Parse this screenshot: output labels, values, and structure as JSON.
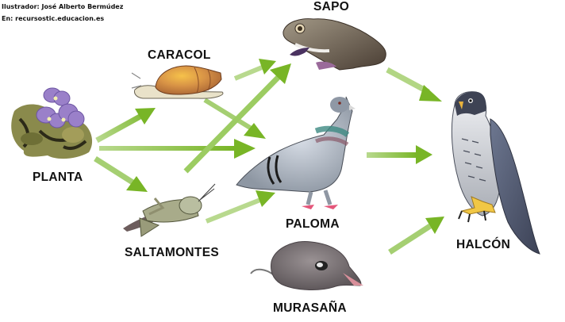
{
  "credits": {
    "illustrator": "Ilustrador: José Alberto Bermúdez",
    "source": "En: recursostic.educacion.es"
  },
  "colors": {
    "arrow_dark": "#7cb82a",
    "arrow_light": "#b5d68a",
    "label": "#111111",
    "background": "#ffffff"
  },
  "organisms": [
    {
      "id": "planta",
      "label": "PLANTA",
      "icon": "flowering-plant-icon"
    },
    {
      "id": "caracol",
      "label": "CARACOL",
      "icon": "snail-icon"
    },
    {
      "id": "saltamontes",
      "label": "SALTAMONTES",
      "icon": "grasshopper-icon"
    },
    {
      "id": "sapo",
      "label": "SAPO",
      "icon": "toad-icon"
    },
    {
      "id": "paloma",
      "label": "PALOMA",
      "icon": "pigeon-icon"
    },
    {
      "id": "murasana",
      "label": "MURASAÑA",
      "icon": "shrew-icon"
    },
    {
      "id": "halcon",
      "label": "HALCÓN",
      "icon": "falcon-icon"
    }
  ],
  "food_web": [
    {
      "from": "PLANTA",
      "to": "CARACOL"
    },
    {
      "from": "PLANTA",
      "to": "PALOMA"
    },
    {
      "from": "PLANTA",
      "to": "SALTAMONTES"
    },
    {
      "from": "CARACOL",
      "to": "SAPO"
    },
    {
      "from": "CARACOL",
      "to": "PALOMA"
    },
    {
      "from": "SALTAMONTES",
      "to": "SAPO"
    },
    {
      "from": "SALTAMONTES",
      "to": "PALOMA"
    },
    {
      "from": "SAPO",
      "to": "HALCÓN"
    },
    {
      "from": "PALOMA",
      "to": "HALCÓN"
    },
    {
      "from": "MURASAÑA",
      "to": "HALCÓN"
    }
  ]
}
